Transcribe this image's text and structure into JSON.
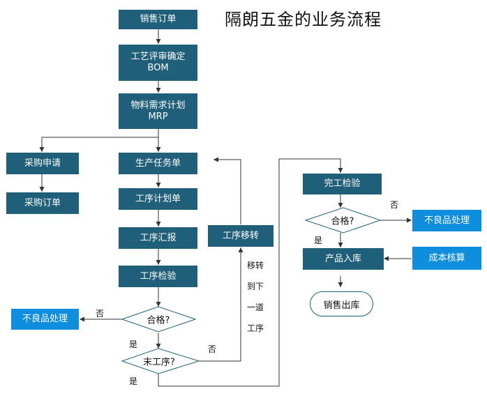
{
  "title": "隔朗五金的业务流程",
  "nodes": {
    "sales_order": "销售订单",
    "process_review": [
      "工艺评审确定",
      "BOM"
    ],
    "mrp": [
      "物料需求计划",
      "MRP"
    ],
    "purchase_request": "采购申请",
    "purchase_order": "采购订单",
    "production_task": "生产任务单",
    "process_plan": "工序计划单",
    "process_report": "工序汇报",
    "process_inspection": "工序检验",
    "defect_left": "不良品处理",
    "qualified_left": "合格?",
    "last_process": "末工序?",
    "process_transfer": "工序移转",
    "transfer_note": [
      "移转",
      "到下",
      "一道",
      "工序"
    ],
    "final_inspection": "完工检验",
    "qualified_right": "合格?",
    "defect_right": "不良品处理",
    "warehouse_in": "产品入库",
    "cost_accounting": "成本核算",
    "sales_out": "销售出库"
  },
  "labels": {
    "no": "否",
    "yes": "是"
  },
  "colors": {
    "dark_box": "#1f5f7a",
    "blue_box": "#0f8ede",
    "line": "#333333"
  }
}
